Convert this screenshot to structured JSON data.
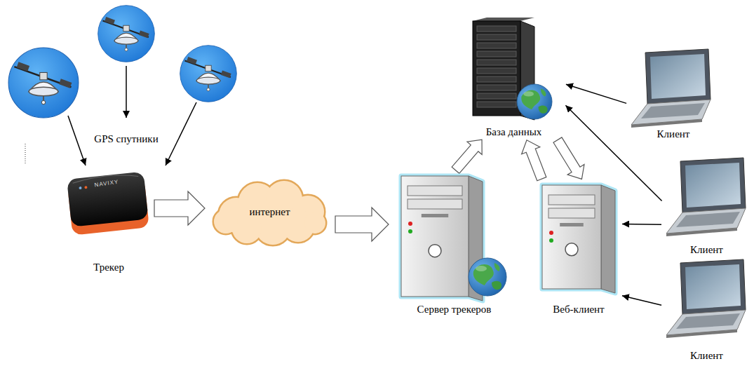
{
  "diagram": {
    "nodes": [
      {
        "text": [
          "Трекер"
        ]
      },
      {
        "text": [
          "интернет"
        ]
      },
      {
        "text": [
          "Сервер трекеров"
        ]
      },
      {
        "text": [
          "База данных"
        ]
      },
      {
        "text": [
          "Веб-клиент"
        ]
      },
      {
        "text": [
          "Клиент"
        ]
      },
      {
        "text": [
          "Клиент"
        ]
      },
      {
        "text": [
          "Клиент"
        ]
      }
    ],
    "edges": [
      {
        "from": 0,
        "to": 1,
        "arrow": "to"
      },
      {
        "from": 1,
        "to": 2,
        "arrow": "to"
      },
      {
        "from": 2,
        "to": 3,
        "arrow": "to"
      },
      {
        "from": 4,
        "to": 3,
        "arrow": "to"
      },
      {
        "from": 3,
        "to": 4,
        "arrow": "to"
      },
      {
        "from": 5,
        "to": 3,
        "arrow": "to"
      },
      {
        "from": 6,
        "to": 3,
        "arrow": "to"
      },
      {
        "from": 6,
        "to": 4,
        "arrow": "to"
      },
      {
        "from": 7,
        "to": 4,
        "arrow": "to"
      }
    ],
    "labels": [
      "GPS спутники",
      "NAVIXY"
    ]
  }
}
